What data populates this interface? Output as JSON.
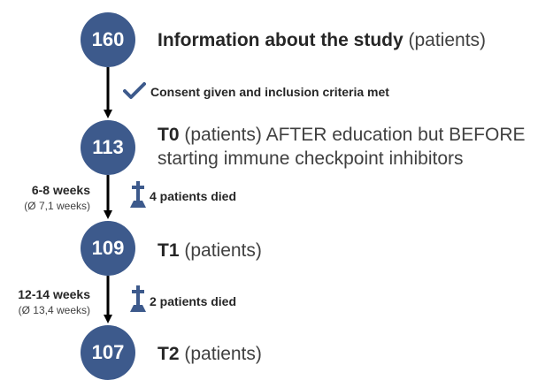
{
  "stages": [
    {
      "count": "160",
      "label_bold": "Information about the study",
      "label_rest": " (patients)"
    },
    {
      "count": "113",
      "label_bold": "T0",
      "label_rest": " (patients) AFTER education but BEFORE",
      "label_line2": "starting immune checkpoint inhibitors"
    },
    {
      "count": "109",
      "label_bold": "T1",
      "label_rest": " (patients)"
    },
    {
      "count": "107",
      "label_bold": "T2",
      "label_rest": " (patients)"
    }
  ],
  "transitions": [
    {
      "note": "Consent given and inclusion criteria met",
      "icon": "checkmark-icon"
    },
    {
      "interval": "6-8 weeks",
      "interval_avg": "(Ø 7,1 weeks)",
      "note": "4 patients died",
      "icon": "cross-icon"
    },
    {
      "interval": "12-14 weeks",
      "interval_avg": "(Ø 13,4 weeks)",
      "note": "2 patients died",
      "icon": "cross-icon"
    }
  ],
  "colors": {
    "circle": "#3d5a8c",
    "arrow": "#000000",
    "icon": "#3d5a8c"
  }
}
